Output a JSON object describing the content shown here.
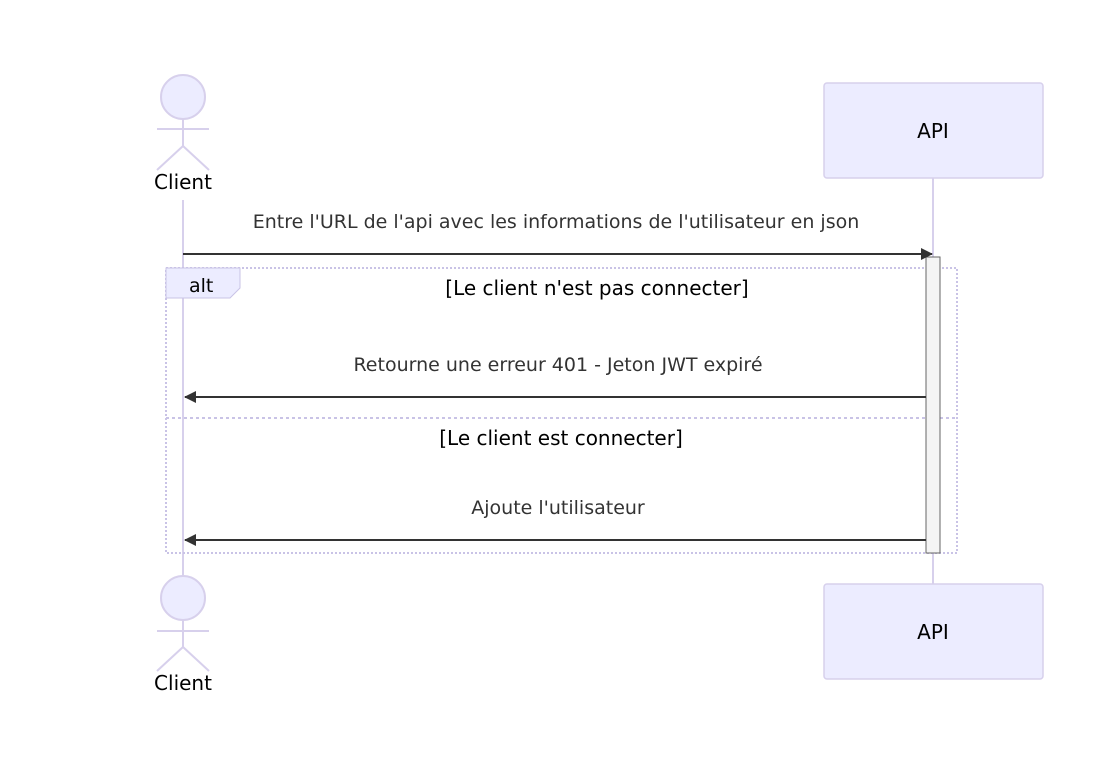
{
  "diagram": {
    "type": "sequence",
    "participants": {
      "client": {
        "label": "Client",
        "kind": "actor"
      },
      "api": {
        "label": "API",
        "kind": "participant"
      }
    },
    "messages": [
      {
        "from": "client",
        "to": "api",
        "text": "Entre l'URL de l'api avec les informations de l'utilisateur en json"
      },
      {
        "from": "api",
        "to": "client",
        "text": "Retourne une erreur 401 - Jeton JWT expiré"
      },
      {
        "from": "api",
        "to": "client",
        "text": "Ajoute l'utilisateur"
      }
    ],
    "alt_block": {
      "keyword": "alt",
      "conditions": [
        "[Le client n'est pas connecter]",
        "[Le client est connecter]"
      ]
    }
  },
  "colors": {
    "actor_fill": "#ECECFF",
    "actor_stroke": "#D7D0EC",
    "box_fill": "#ECECFF",
    "box_stroke": "#D7D0EC",
    "lifeline": "#D7D0EC",
    "arrow": "#333333",
    "activation_fill": "#F4F4F4",
    "activation_stroke": "#666666",
    "alt_border": "#C9C3E6",
    "label_box_fill": "#ECECFF",
    "text": "#333333",
    "title_text": "#000000"
  }
}
